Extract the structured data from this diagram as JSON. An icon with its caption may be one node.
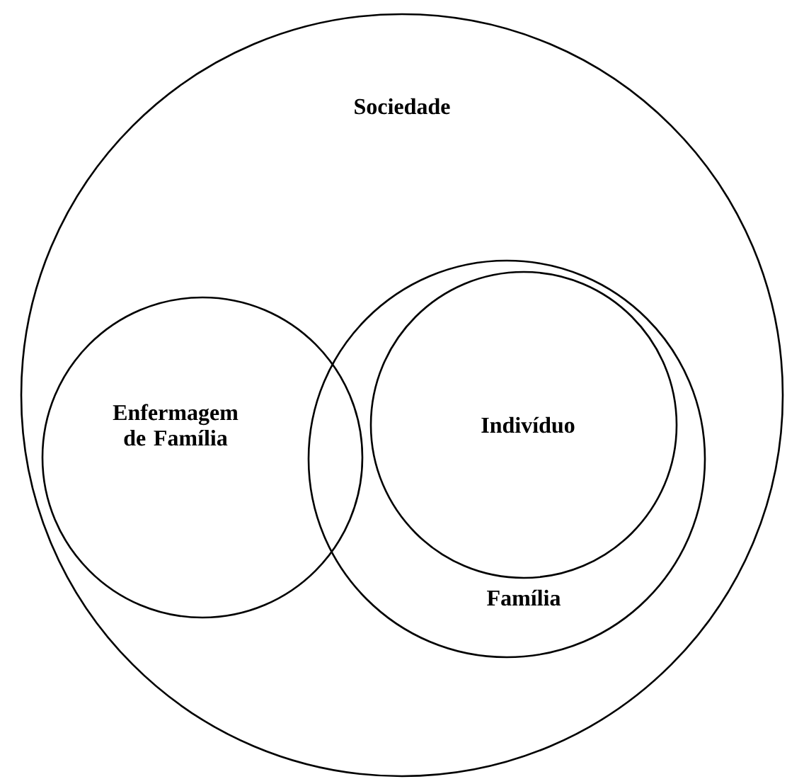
{
  "diagram": {
    "nodes": [
      {
        "text": [
          "Sociedade"
        ]
      },
      {
        "text": [
          "Enfermagem de Família"
        ],
        "in": 0
      },
      {
        "text": [
          "Família"
        ],
        "in": 0
      },
      {
        "text": [
          "Indivíduo"
        ],
        "in": 2
      }
    ]
  }
}
